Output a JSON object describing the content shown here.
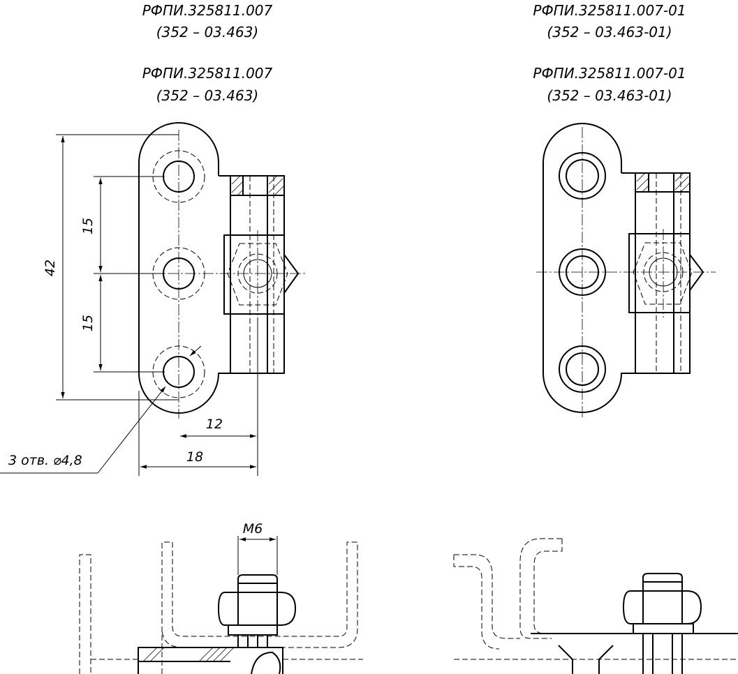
{
  "titles": {
    "left_designation_1": "РФПИ.325811.007",
    "left_code_1": "(352 – 03.463)",
    "left_designation_2": "РФПИ.325811.007",
    "left_code_2": "(352 – 03.463)",
    "right_designation_1": "РФПИ.325811.007-01",
    "right_code_1": "(352 – 03.463-01)",
    "right_designation_2": "РФПИ.325811.007-01",
    "right_code_2": "(352 – 03.463-01)"
  },
  "dimensions": {
    "overall_height": "42",
    "pitch_upper": "15",
    "pitch_lower": "15",
    "offset_12": "12",
    "offset_18": "18",
    "holes_note": "3 отв. ⌀4,8",
    "thread": "M6"
  }
}
